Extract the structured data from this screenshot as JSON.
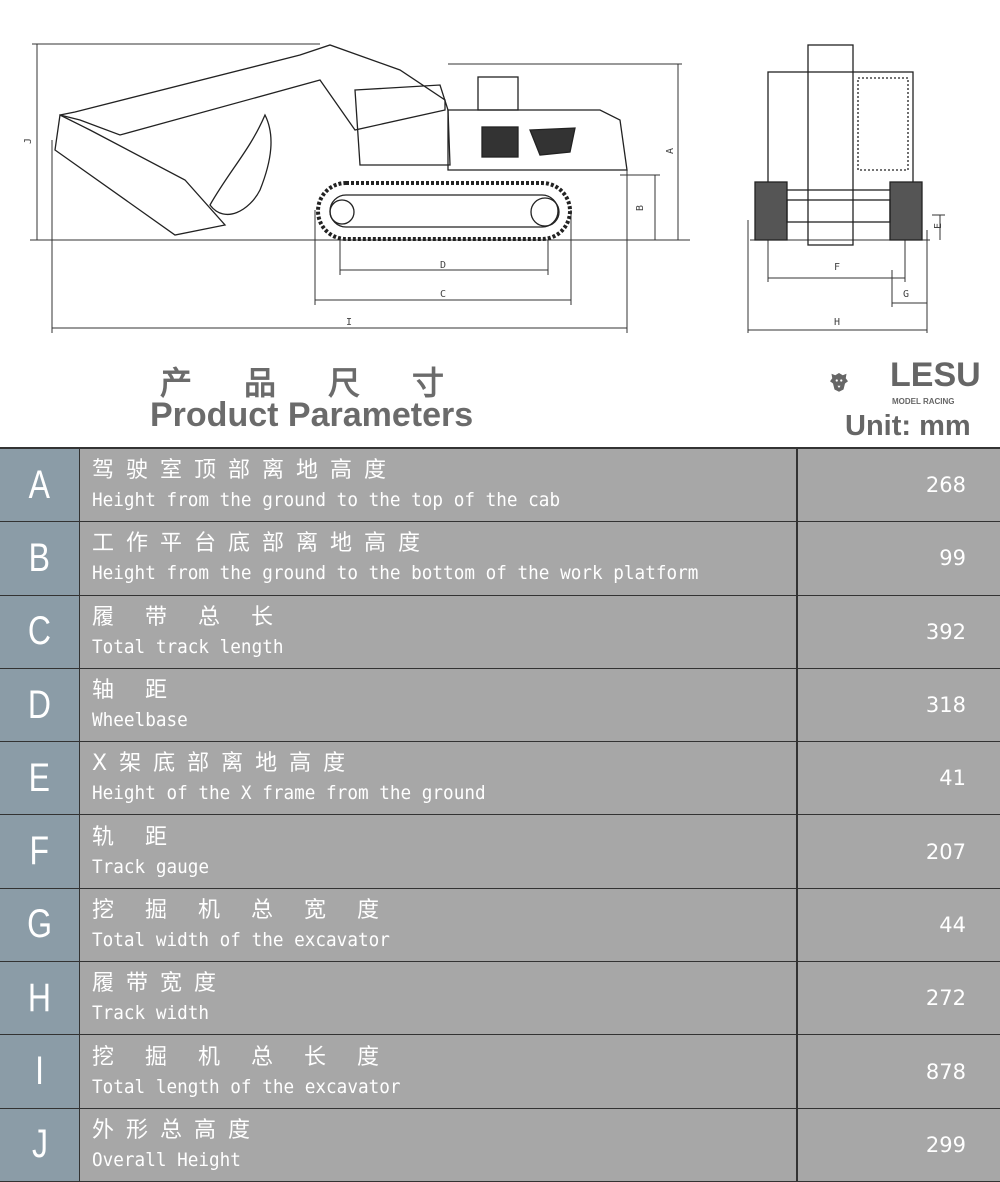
{
  "drawing": {
    "side_labels": [
      "J",
      "A",
      "B",
      "D",
      "C",
      "I"
    ],
    "front_labels": [
      "E",
      "F",
      "G",
      "H"
    ]
  },
  "header": {
    "title_cn": "产品尺寸",
    "title_en": "Product Parameters",
    "brand": "LESU",
    "brand_sub": "MODEL RACING",
    "unit": "Unit: mm"
  },
  "rows": [
    {
      "letter": "A",
      "cn": "驾驶室顶部离地高度",
      "en": "Height from the ground to the top of the cab",
      "value": "268"
    },
    {
      "letter": "B",
      "cn": "工作平台底部离地高度",
      "en": "Height from the ground to the bottom of the work platform",
      "value": "99"
    },
    {
      "letter": "C",
      "cn": "履 带 总 长",
      "en": "Total track length",
      "value": "392"
    },
    {
      "letter": "D",
      "cn": "轴  距",
      "en": "Wheelbase",
      "value": "318"
    },
    {
      "letter": "E",
      "cn": "X架底部离地高度",
      "en": "Height of the X frame from the ground",
      "value": "41"
    },
    {
      "letter": "F",
      "cn": "轨  距",
      "en": "Track gauge",
      "value": "207"
    },
    {
      "letter": "G",
      "cn": "挖 掘 机 总 宽 度",
      "en": "Total width of the excavator",
      "value": "44"
    },
    {
      "letter": "H",
      "cn": "履带宽度",
      "en": "Track width",
      "value": "272"
    },
    {
      "letter": "I",
      "cn": "挖 掘 机 总 长 度",
      "en": "Total length of the excavator",
      "value": "878"
    },
    {
      "letter": "J",
      "cn": "外形总高度",
      "en": "Overall Height",
      "value": "299"
    }
  ]
}
